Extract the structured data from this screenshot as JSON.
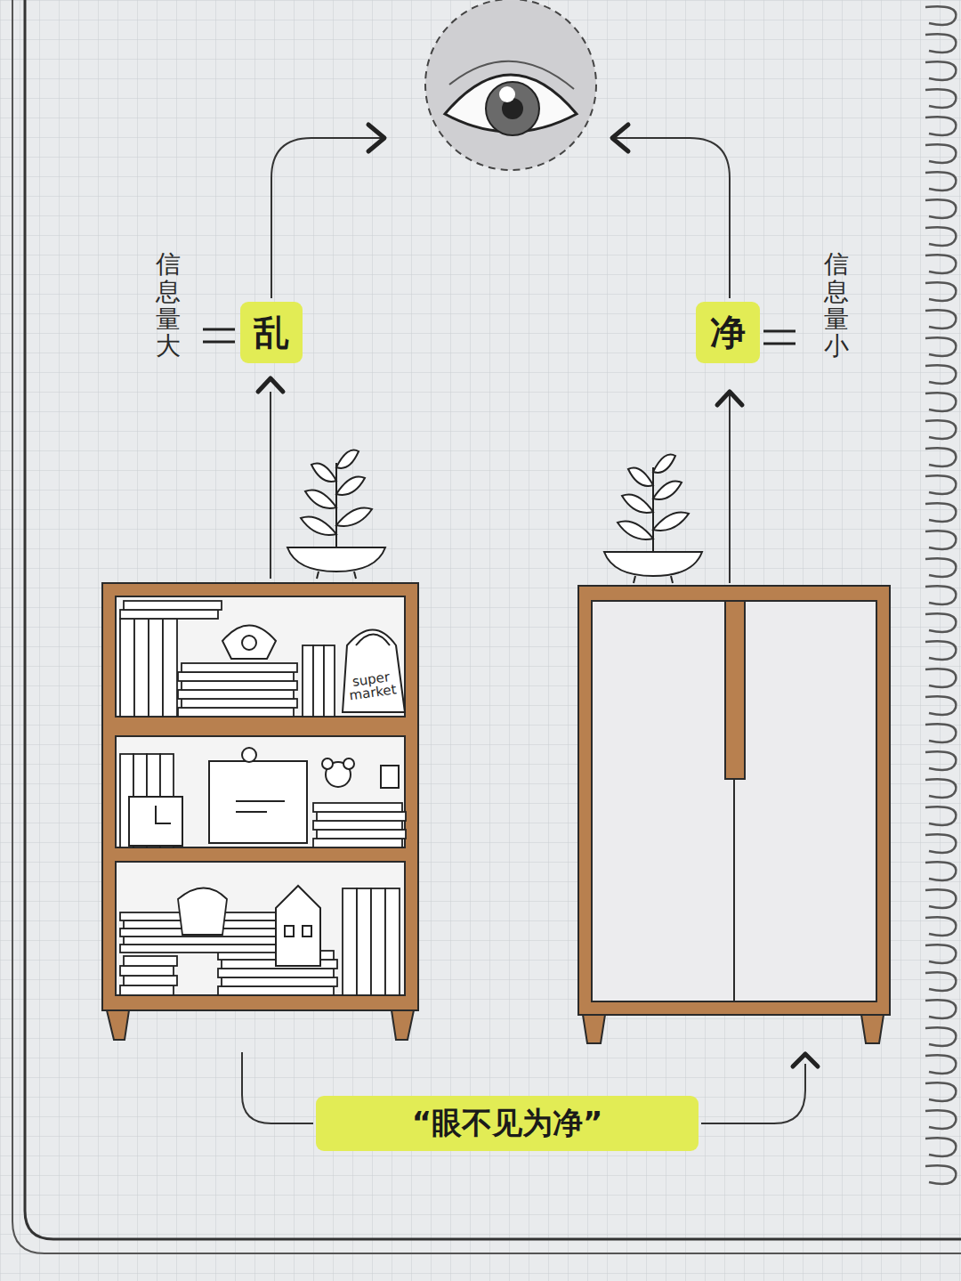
{
  "diagram": {
    "nodes": [
      {
        "text": [
          "乱"
        ]
      },
      {
        "text": [
          "净"
        ]
      },
      {
        "text": [
          "“眼不见为净”"
        ]
      }
    ],
    "labels": [
      "信息量大",
      "信息量小",
      "super market"
    ]
  }
}
